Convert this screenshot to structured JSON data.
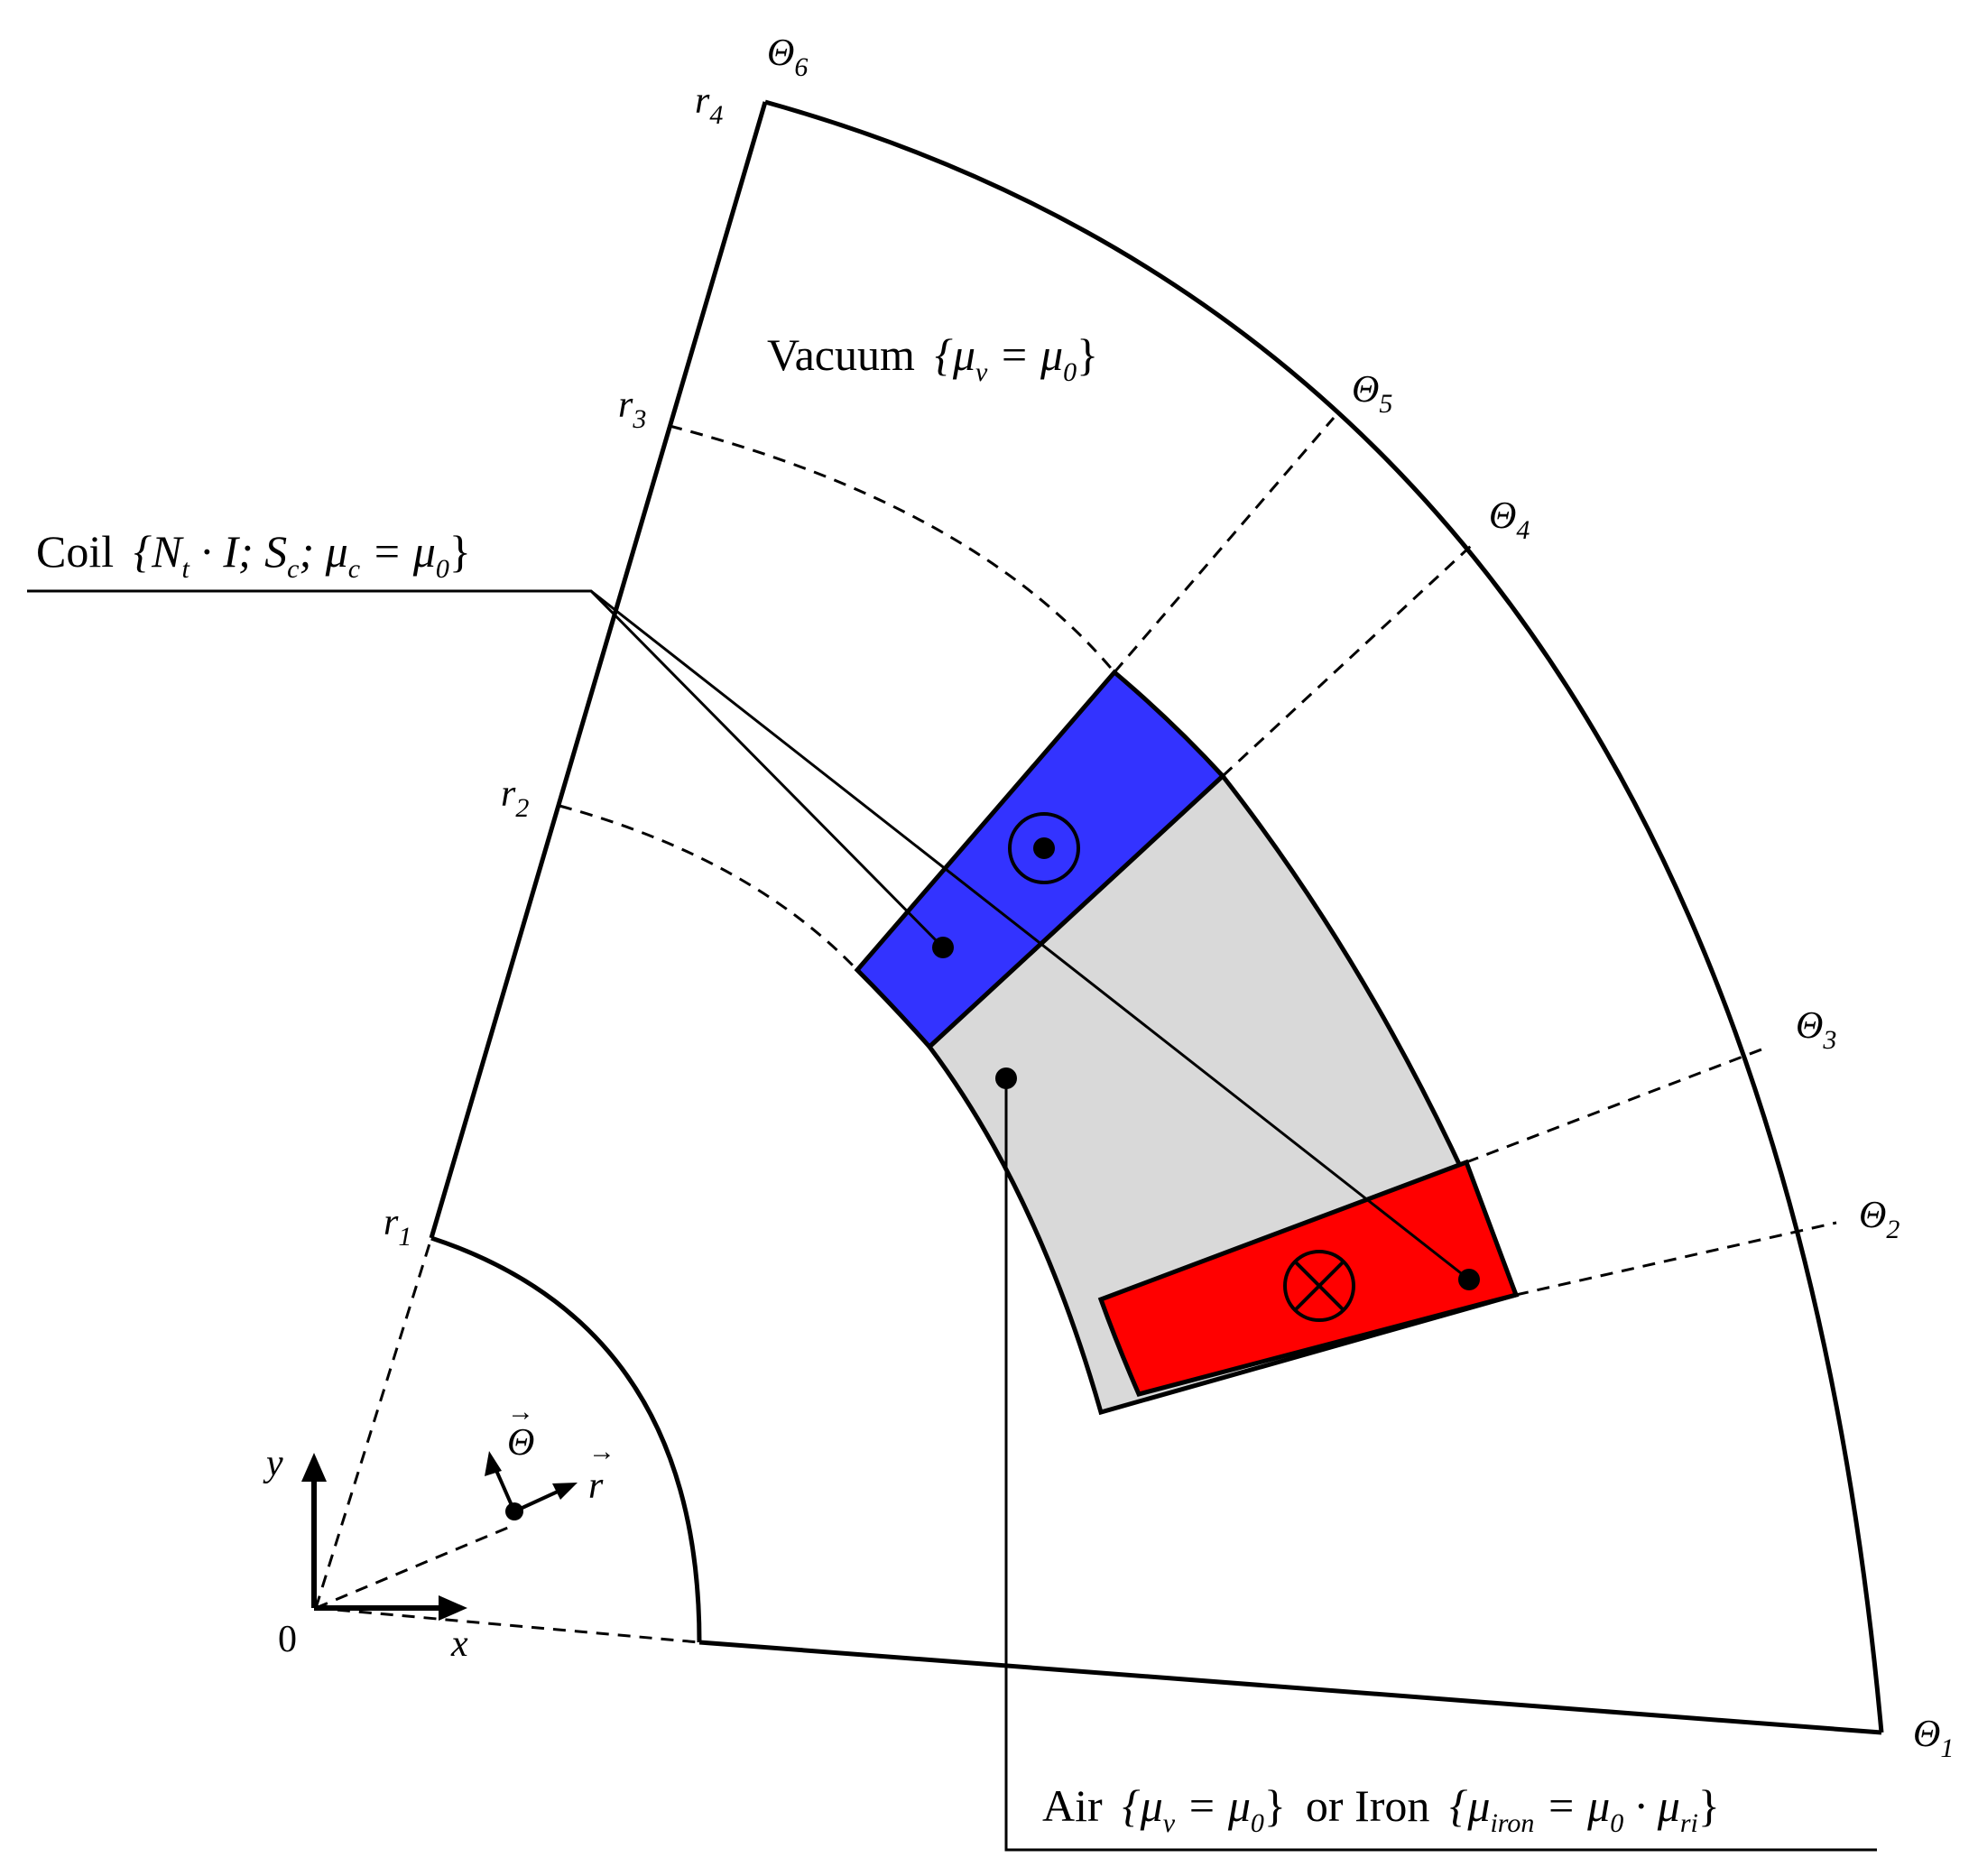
{
  "labels": {
    "vacuum": {
      "name": "Vacuum",
      "formula": "{μ",
      "sub1": "v",
      "mid": " = μ",
      "sub2": "0",
      "close": "}"
    },
    "coil": {
      "name": "Coil",
      "open": "{N",
      "sub1": "t",
      "mid1": " · I; S",
      "sub2": "c",
      "mid2": "; μ",
      "sub3": "c",
      "mid3": " = μ",
      "sub4": "0",
      "close": "}"
    },
    "air": {
      "name": "Air",
      "open": "{μ",
      "sub1": "v",
      "mid1": " = μ",
      "sub2": "0",
      "close1": "}",
      "or": "or Iron",
      "open2": "{μ",
      "sub3": "iron",
      "mid2": " = μ",
      "sub4": "0",
      "mid3": " · μ",
      "sub5": "ri",
      "close2": "}"
    }
  },
  "radii": [
    {
      "base": "r",
      "sub": "1"
    },
    {
      "base": "r",
      "sub": "2"
    },
    {
      "base": "r",
      "sub": "3"
    },
    {
      "base": "r",
      "sub": "4"
    }
  ],
  "angles": [
    {
      "base": "Θ",
      "sub": "1"
    },
    {
      "base": "Θ",
      "sub": "2"
    },
    {
      "base": "Θ",
      "sub": "3"
    },
    {
      "base": "Θ",
      "sub": "4"
    },
    {
      "base": "Θ",
      "sub": "5"
    },
    {
      "base": "Θ",
      "sub": "6"
    }
  ],
  "axes": {
    "x": "x",
    "y": "y",
    "origin": "0",
    "r": "r",
    "theta": "Θ",
    "vec": "→"
  },
  "colors": {
    "coil_out": "#3333ff",
    "coil_in": "#ff0000",
    "core": "#d9d9d9",
    "line": "#000000"
  },
  "icons": {
    "coil_out": "current-out-of-page-icon",
    "coil_in": "current-into-page-icon"
  }
}
